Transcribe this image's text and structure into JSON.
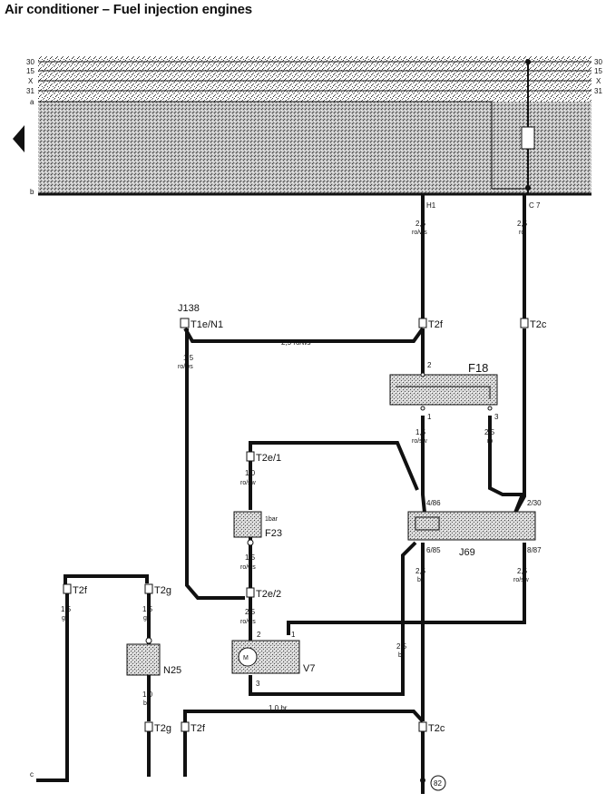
{
  "title": "Air conditioner – Fuel injection engines",
  "rails": {
    "left": [
      "30",
      "15",
      "X",
      "31",
      "a",
      "b"
    ],
    "right": [
      "30",
      "15",
      "X",
      "31"
    ]
  },
  "nav": {
    "arrow": "left-arrow"
  },
  "points": {
    "H1": "H1",
    "C7": "C 7"
  },
  "connectors": {
    "t2f_top": "T2f",
    "t2c_top": "T2c",
    "t1e": "T1e/N1",
    "t2e1": "T2e/1",
    "t2e2": "T2e/2",
    "t2f_left": "T2f",
    "t2g_left": "T2g",
    "t2g_bottom": "T2g",
    "t2f_bottom": "T2f",
    "t2c_bottom": "T2c"
  },
  "components": {
    "j138": "J138",
    "f18": "F18",
    "f23": "F23",
    "f23_rating": "1bar",
    "j69": "J69",
    "n25": "N25",
    "v7": "V7",
    "ground": "82"
  },
  "pins": {
    "f18_2": "2",
    "f18_1": "1",
    "f18_3": "3",
    "j69_486": "4/86",
    "j69_230": "2/30",
    "j69_685": "6/85",
    "j69_887": "8/87",
    "v7_2": "2",
    "v7_1": "1",
    "v7_3": "3"
  },
  "wires": {
    "h1_down": [
      "2,5",
      "ro/ws"
    ],
    "c7_down": [
      "2,5",
      "ro"
    ],
    "j138_horiz": "2,5 ro/ws",
    "j138_down": [
      "1,5",
      "ro/ws"
    ],
    "f18_1": [
      "1,5",
      "ro/sw"
    ],
    "f18_3": [
      "2,5",
      "ro"
    ],
    "t2e1": [
      "1,0",
      "ro/sw"
    ],
    "f23_down": [
      "1,5",
      "ro/ws"
    ],
    "t2e2": [
      "2,5",
      "ro/ws"
    ],
    "j69_685": [
      "2,5",
      "br"
    ],
    "j69_887": [
      "2,5",
      "ro/sw"
    ],
    "v7_br": [
      "2,5",
      "br"
    ],
    "t2f_left": [
      "1,5",
      "gn"
    ],
    "t2g_left": [
      "1,5",
      "gn"
    ],
    "n25_down": [
      "1,0",
      "br"
    ],
    "bottom_horiz": "1,0 br"
  },
  "bottom": {
    "c": "c"
  }
}
